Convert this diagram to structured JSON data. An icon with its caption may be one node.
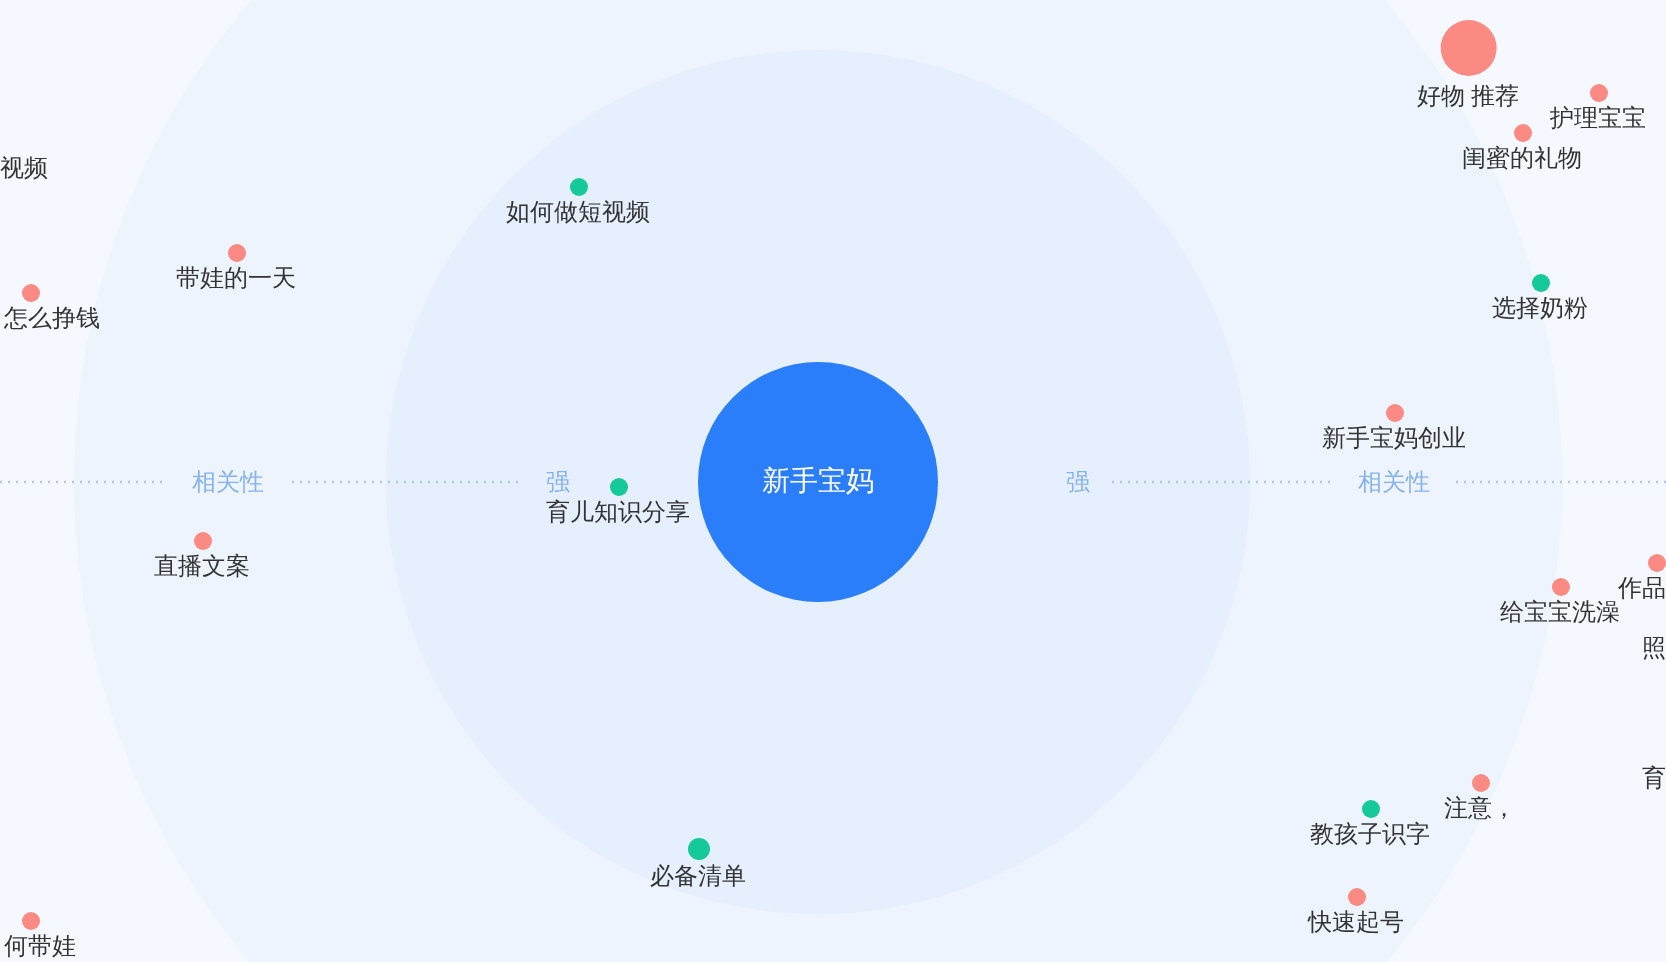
{
  "diagram": {
    "nodes": [
      {
        "text": [
          "新手宝妈"
        ]
      },
      {
        "text": [
          "好物 推荐"
        ]
      },
      {
        "text": [
          "护理宝宝"
        ]
      },
      {
        "text": [
          "闺蜜的礼物"
        ]
      },
      {
        "text": [
          "视频"
        ]
      },
      {
        "text": [
          "如何做短视频"
        ]
      },
      {
        "text": [
          "带娃的一天"
        ]
      },
      {
        "text": [
          "选择奶粉"
        ]
      },
      {
        "text": [
          "怎么挣钱"
        ]
      },
      {
        "text": [
          "新手宝妈创业"
        ]
      },
      {
        "text": [
          "育儿知识分享"
        ]
      },
      {
        "text": [
          "直播文案"
        ]
      },
      {
        "text": [
          "作品"
        ]
      },
      {
        "text": [
          "给宝宝洗澡"
        ]
      },
      {
        "text": [
          "照"
        ]
      },
      {
        "text": [
          "育"
        ]
      },
      {
        "text": [
          "注意，"
        ]
      },
      {
        "text": [
          "教孩子识字"
        ]
      },
      {
        "text": [
          "必备清单"
        ]
      },
      {
        "text": [
          "快速起号"
        ]
      },
      {
        "text": [
          "何带娃"
        ]
      }
    ],
    "labels": [
      "相关性",
      "强",
      "强",
      "相关性"
    ]
  }
}
